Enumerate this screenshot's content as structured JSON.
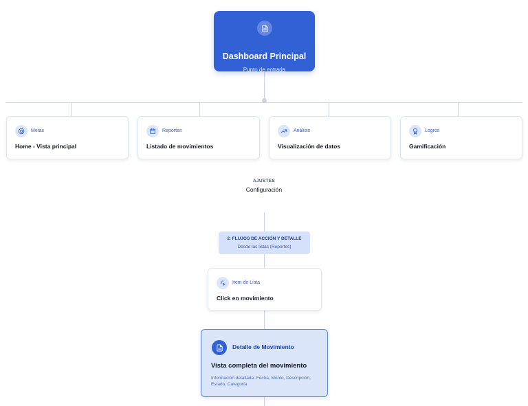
{
  "root": {
    "icon": "document-icon",
    "title": "Dashboard Principal",
    "subtitle": "Punto de entrada"
  },
  "sections": [
    {
      "tag": "Metas",
      "name": "Home - Vista principal",
      "icon": "target-icon"
    },
    {
      "tag": "Reportes",
      "name": "Listado de movimientos",
      "icon": "calendar-icon"
    },
    {
      "tag": "Análisis",
      "name": "Visualización de datos",
      "icon": "trending-up-icon"
    },
    {
      "tag": "Logros",
      "name": "Gamificación",
      "icon": "award-icon"
    }
  ],
  "ajustes": {
    "tag": "AJUSTES",
    "name": "Configuración"
  },
  "flow_section": {
    "title": "2. FLUJOS DE ACCIÓN Y DETALLE",
    "subtitle": "Desde las listas (Reportes)"
  },
  "list_item": {
    "tag": "Item de Lista",
    "name": "Click en movimiento",
    "icon": "cursor-click-icon"
  },
  "detail": {
    "label": "Detalle de Movimiento",
    "title": "Vista completa del movimiento",
    "description": "Información detallada: Fecha, Monto, Descripción, Estado, Categoría",
    "icon": "document-icon"
  },
  "colors": {
    "primary": "#3161d4",
    "light": "#dbe6fb",
    "connector": "#cbd5e1"
  }
}
